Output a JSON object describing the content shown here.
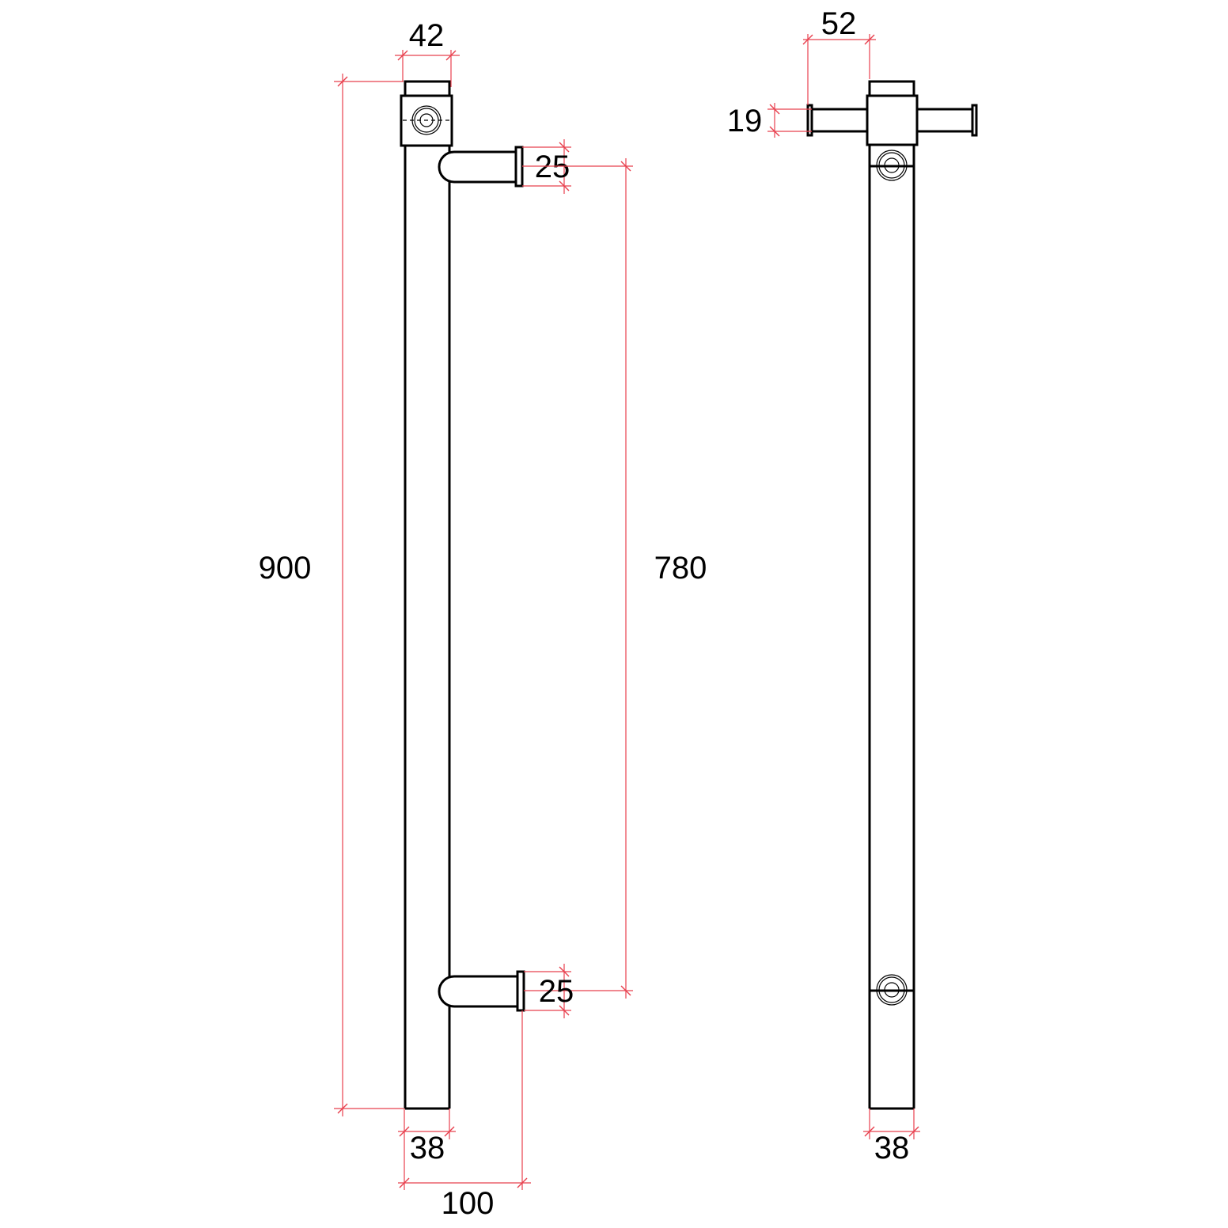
{
  "drawing": {
    "units": "mm",
    "line_colors": {
      "object": "#000000",
      "dimension": "#e8404e"
    }
  },
  "side_view": {
    "dims": {
      "top_width": "42",
      "height_total": "900",
      "top_arm_dia": "25",
      "bottom_arm_dia": "25",
      "arm_spacing": "780",
      "bar_width": "38",
      "projection": "100"
    }
  },
  "front_view": {
    "dims": {
      "arm_length": "52",
      "arm_dia": "19",
      "bar_width": "38"
    }
  }
}
